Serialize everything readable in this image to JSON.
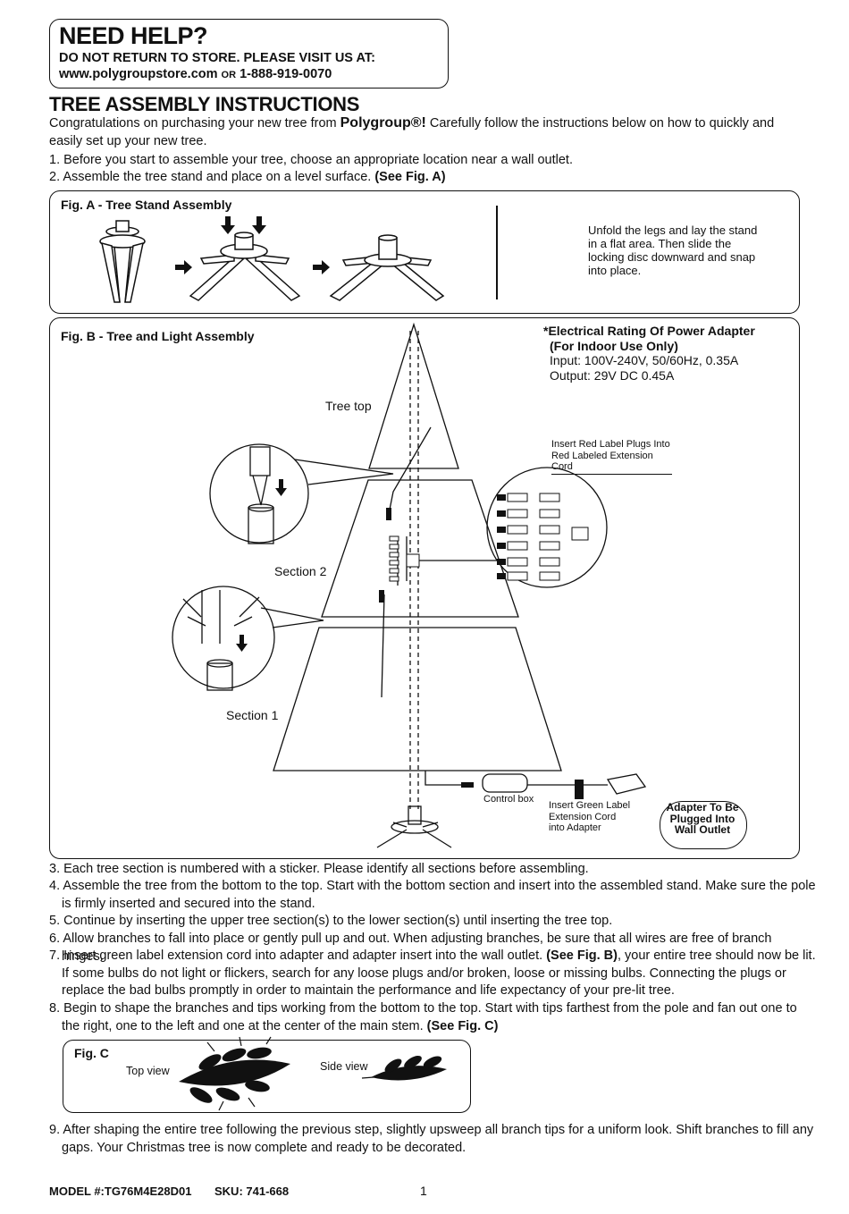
{
  "help": {
    "title": "NEED HELP?",
    "line1": "DO NOT RETURN TO STORE. PLEASE VISIT US AT:",
    "url": "www.polygroupstore.com",
    "or": "OR",
    "phone": "1-888-919-0070"
  },
  "title": "TREE ASSEMBLY INSTRUCTIONS",
  "intro": {
    "before": "Congratulations on purchasing your new tree from ",
    "brand": "Polygroup®!",
    "after": " Carefully follow the instructions below on how to quickly and easily set up your new tree."
  },
  "steps_top": [
    {
      "text": "1. Before you start to assemble your tree, choose an appropriate location near a wall outlet.",
      "bold": ""
    },
    {
      "text": "2. Assemble the tree stand and place on a level surface. ",
      "bold": "(See Fig. A)"
    }
  ],
  "fig_a": {
    "title": "Fig. A - Tree Stand Assembly",
    "note": "Unfold the legs and lay the stand in a flat area. Then slide the locking disc downward and snap into place."
  },
  "fig_b": {
    "title": "Fig. B - Tree and Light Assembly",
    "rating_title": "*Electrical Rating Of Power Adapter",
    "rating_sub": "(For Indoor Use Only)",
    "input": "Input: 100V-240V, 50/60Hz, 0.35A",
    "output": "Output: 29V DC 0.45A",
    "tree_top": "Tree top",
    "section2": "Section 2",
    "section1": "Section 1",
    "red_label": "Insert Red Label Plugs Into Red Labeled Extension Cord",
    "control_box": "Control box",
    "green_label": "Insert Green Label Extension Cord into Adapter",
    "adapter": "Adapter To Be Plugged Into Wall Outlet"
  },
  "steps_bottom": [
    {
      "text": "3. Each tree section is numbered with a sticker. Please identify all sections before assembling.",
      "bold": "",
      "tail": ""
    },
    {
      "text": "4. Assemble the tree from the bottom to the top. Start with the bottom section and insert into the assembled stand. Make sure the pole is firmly inserted and secured into the stand.",
      "bold": "",
      "tail": ""
    },
    {
      "text": "5. Continue by inserting the upper tree section(s) to the lower section(s) until inserting the tree top.",
      "bold": "",
      "tail": ""
    },
    {
      "text": "6. Allow branches to fall into place or gently pull up and out. When adjusting branches, be sure that all wires are free of branch hinges.",
      "bold": "",
      "tail": ""
    },
    {
      "text": "7. Insert green label extension cord into adapter and adapter insert into the wall outlet. ",
      "bold": "(See Fig. B)",
      "tail": ", your entire tree should now be lit. If some bulbs do not light or flickers, search for any loose plugs and/or broken, loose or missing bulbs. Connecting the plugs or replace the bad bulbs promptly in order to maintain the performance and life expectancy of your pre-lit tree."
    },
    {
      "text": "8. Begin to shape the branches and tips working from the bottom to the top. Start with tips farthest from the pole and fan out one to the right, one to the left and one at the center of the main stem. ",
      "bold": "(See Fig. C)",
      "tail": ""
    }
  ],
  "fig_c": {
    "title": "Fig. C",
    "top_view": "Top view",
    "side_view": "Side view"
  },
  "step9": "9. After shaping the entire tree following the previous step, slightly upsweep all branch tips for a uniform look. Shift branches to fill any gaps. Your Christmas tree is now complete and ready to be decorated.",
  "footer": {
    "model": "MODEL #:TG76M4E28D01",
    "sku": "SKU: 741-668",
    "page": "1"
  }
}
